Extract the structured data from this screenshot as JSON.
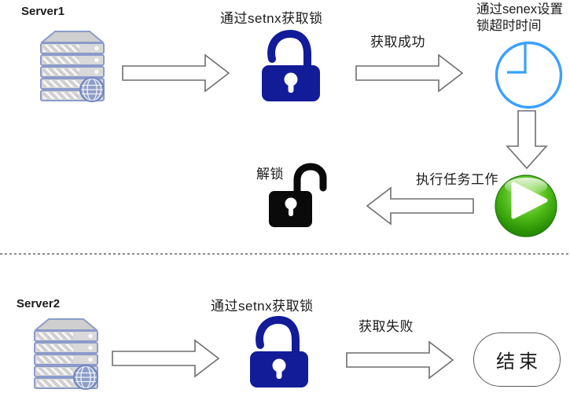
{
  "flow1": {
    "server_label": "Server1",
    "acquire_lock_label": "通过setnx获取锁",
    "acquire_success_label": "获取成功",
    "set_expire_line1": "通过senex设置",
    "set_expire_line2": "锁超时时间",
    "execute_task_label": "执行任务工作",
    "unlock_label": "解锁"
  },
  "flow2": {
    "server_label": "Server2",
    "acquire_lock_label": "通过setnx获取锁",
    "acquire_fail_label": "获取失败",
    "end_label": "结束"
  },
  "icons": {
    "server1": "server-rack-globe-icon",
    "server2": "server-rack-globe-icon",
    "acquire_lock1": "open-padlock-icon",
    "acquire_lock2": "open-padlock-icon",
    "release_lock": "open-padlock-icon",
    "timer": "clock-icon",
    "run_task": "play-button-icon"
  },
  "colors": {
    "lock-blue": "#121c99",
    "lock-black": "#0a0a0a",
    "clock-blue": "#3aa0fe",
    "arrow-stroke": "#6e6e6e",
    "server-stroke": "#8b9bc9",
    "server-fill": "#d9d9d9",
    "server-top": "#cfcfcf",
    "globe-fill": "#8e9ec9",
    "play-light": "#b9ef83",
    "play-mid": "#54bf1d",
    "play-dark": "#2a9203",
    "divider": "#8a8a8a",
    "text": "#1b1b1b"
  }
}
